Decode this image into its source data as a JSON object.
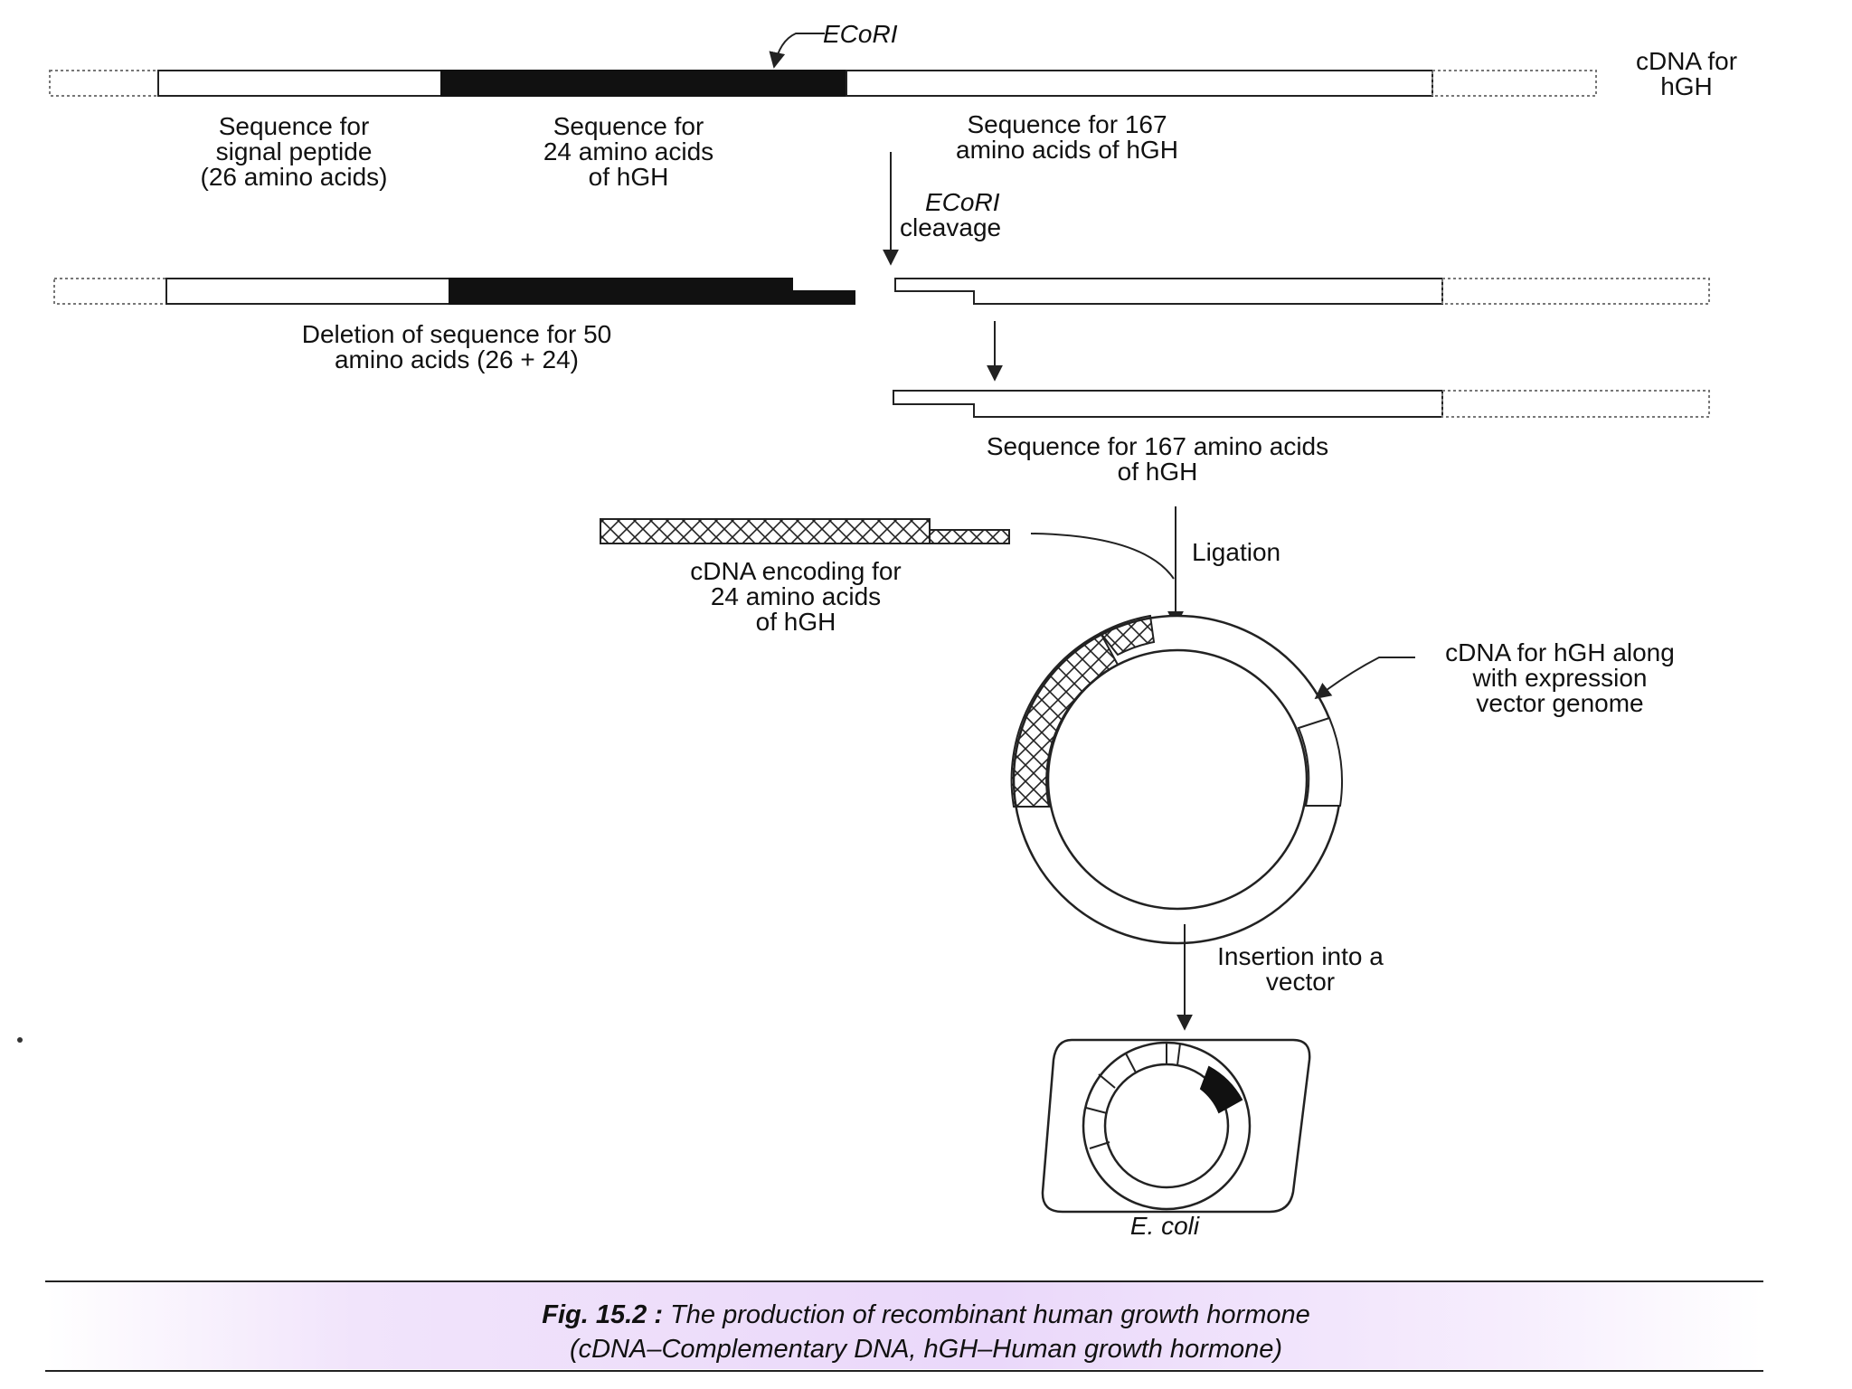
{
  "diagram": {
    "ecori_top": "ECoRI",
    "cdna_label": [
      "cDNA for",
      "hGH"
    ],
    "seg_signal": [
      "Sequence for",
      "signal peptide",
      "(26 amino acids)"
    ],
    "seg_24": [
      "Sequence for",
      "24 amino acids",
      "of hGH"
    ],
    "seg_167": [
      "Sequence for 167",
      "amino acids of hGH"
    ],
    "cleavage_enzyme": "ECoRI",
    "cleavage_word": "cleavage",
    "deletion": [
      "Deletion of sequence for 50",
      "aminо acids (26 + 24)"
    ],
    "seq167_result": [
      "Sequence for 167 amino acids",
      "of hGH"
    ],
    "cdna_encoding": [
      "cDNA encoding for",
      "24 amino acids",
      "of hGH"
    ],
    "ligation": "Ligation",
    "vector_label": [
      "cDNA for hGH along",
      "with expression",
      "vector genome"
    ],
    "insertion": [
      "Insertion into a",
      "vector"
    ],
    "organism": "E. coli"
  },
  "caption": {
    "fig_num": "Fig. 15.2 :",
    "line1": "The production of recombinant human growth hormone",
    "line2": "(cDNA–Complementary DNA, hGH–Human growth hormone)"
  },
  "colors": {
    "ink": "#111111",
    "caption_tint": "#ead8fa"
  }
}
